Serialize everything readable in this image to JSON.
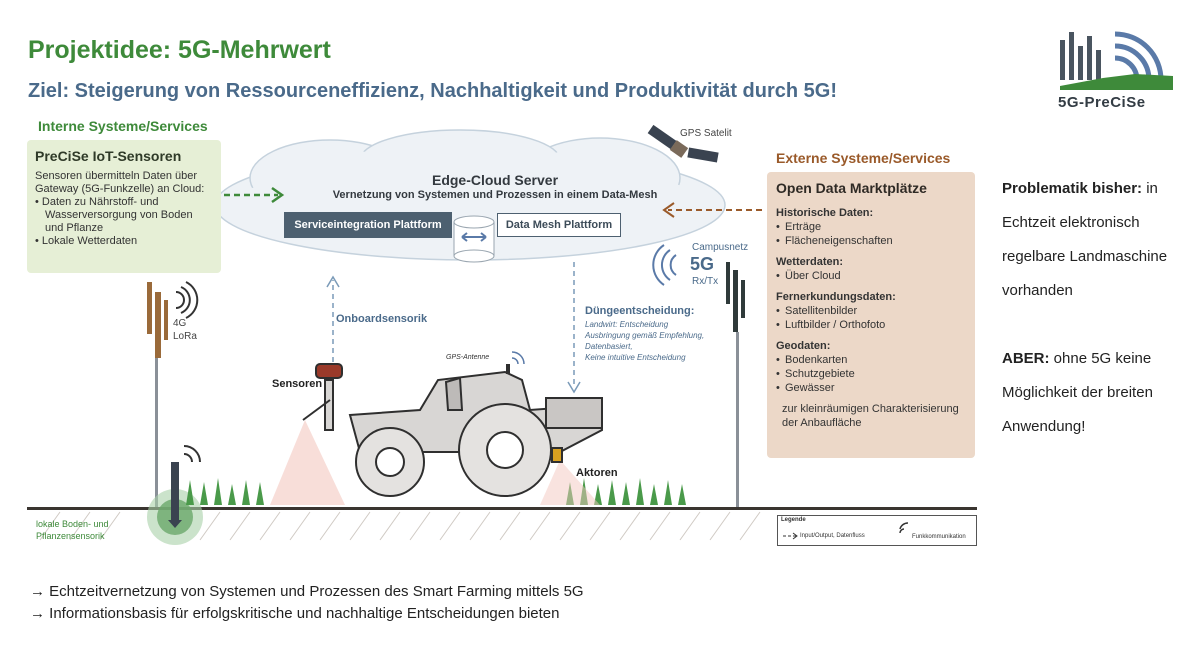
{
  "header": {
    "title": "Projektidee: 5G-Mehrwert",
    "subtitle": "Ziel: Steigerung von Ressourceneffizienz, Nachhaltigkeit und Produktivität durch 5G!"
  },
  "logo": {
    "text": "5G-PreCiSe"
  },
  "internal": {
    "heading": "Interne Systeme/Services",
    "box_title": "PreCiSe IoT-Sensoren",
    "intro": [
      "Sensoren übermitteln Daten über",
      "Gateway (5G-Funkzelle) an Cloud:"
    ],
    "items": [
      "Daten zu Nährstoff- und",
      "Wasserversorgung von Boden",
      "und Pflanze",
      "Lokale Wetterdaten"
    ]
  },
  "cloud": {
    "title": "Edge-Cloud Server",
    "subtitle": "Vernetzung von Systemen und Prozessen in einem Data-Mesh",
    "button_left": "Serviceintegration Plattform",
    "button_right": "Data Mesh Plattform"
  },
  "labels": {
    "gps_satellite": "GPS Satelit",
    "campusnetz": "Campusnetz",
    "five_g": "5G",
    "rxtx": "Rx/Tx",
    "g4": "4G",
    "lora": "LoRa",
    "onboard": "Onboardsensorik",
    "duenge_title": "Düngeentscheidung:",
    "duenge_lines": [
      "Landwirt: Entscheidung",
      "Ausbringung gemäß Empfehlung,",
      "Datenbasiert,",
      "Keine intuitive Entscheidung"
    ],
    "gps_antenne": "GPS-Antenne",
    "sensoren": "Sensoren",
    "aktoren": "Aktoren",
    "lokale": [
      "lokale Boden- und",
      "Pflanzensensorik"
    ]
  },
  "external": {
    "heading": "Externe Systeme/Services",
    "box_title": "Open Data Marktplätze",
    "groups": [
      {
        "title": "Historische Daten:",
        "items": [
          "Erträge",
          "Flächeneigenschaften"
        ]
      },
      {
        "title": "Wetterdaten:",
        "items": [
          "Über Cloud"
        ]
      },
      {
        "title": "Fernerkundungsdaten:",
        "items": [
          "Satellitenbilder",
          "Luftbilder / Orthofoto"
        ]
      },
      {
        "title": "Geodaten:",
        "items": [
          "Bodenkarten",
          "Schutzgebiete",
          "Gewässer"
        ]
      }
    ],
    "footer": [
      "zur kleinräumigen Charakterisierung",
      "der Anbaufläche"
    ]
  },
  "legend": {
    "title": "Legende",
    "io": "Input/Output, Datenfluss",
    "funk": "Funkkommunikation"
  },
  "right_panel": {
    "problem_label": "Problematik bisher:",
    "problem_line1": " in",
    "problem_line2": "Echtzeit elektronisch",
    "problem_line3": "regelbare Landmaschine",
    "problem_line4": "vorhanden",
    "aber_label": "ABER:",
    "aber_line1": " ohne 5G keine",
    "aber_line2": "Möglichkeit der breiten",
    "aber_line3": "Anwendung!"
  },
  "bottom": {
    "line1": "Echtzeitvernetzung von Systemen und Prozessen des Smart Farming mittels 5G",
    "line2": "Informationsbasis für erfolgskritische und nachhaltige Entscheidungen bieten"
  },
  "colors": {
    "green": "#3e8a3a",
    "blue_gray": "#4a6a8a",
    "brown": "#9a5a2a"
  }
}
